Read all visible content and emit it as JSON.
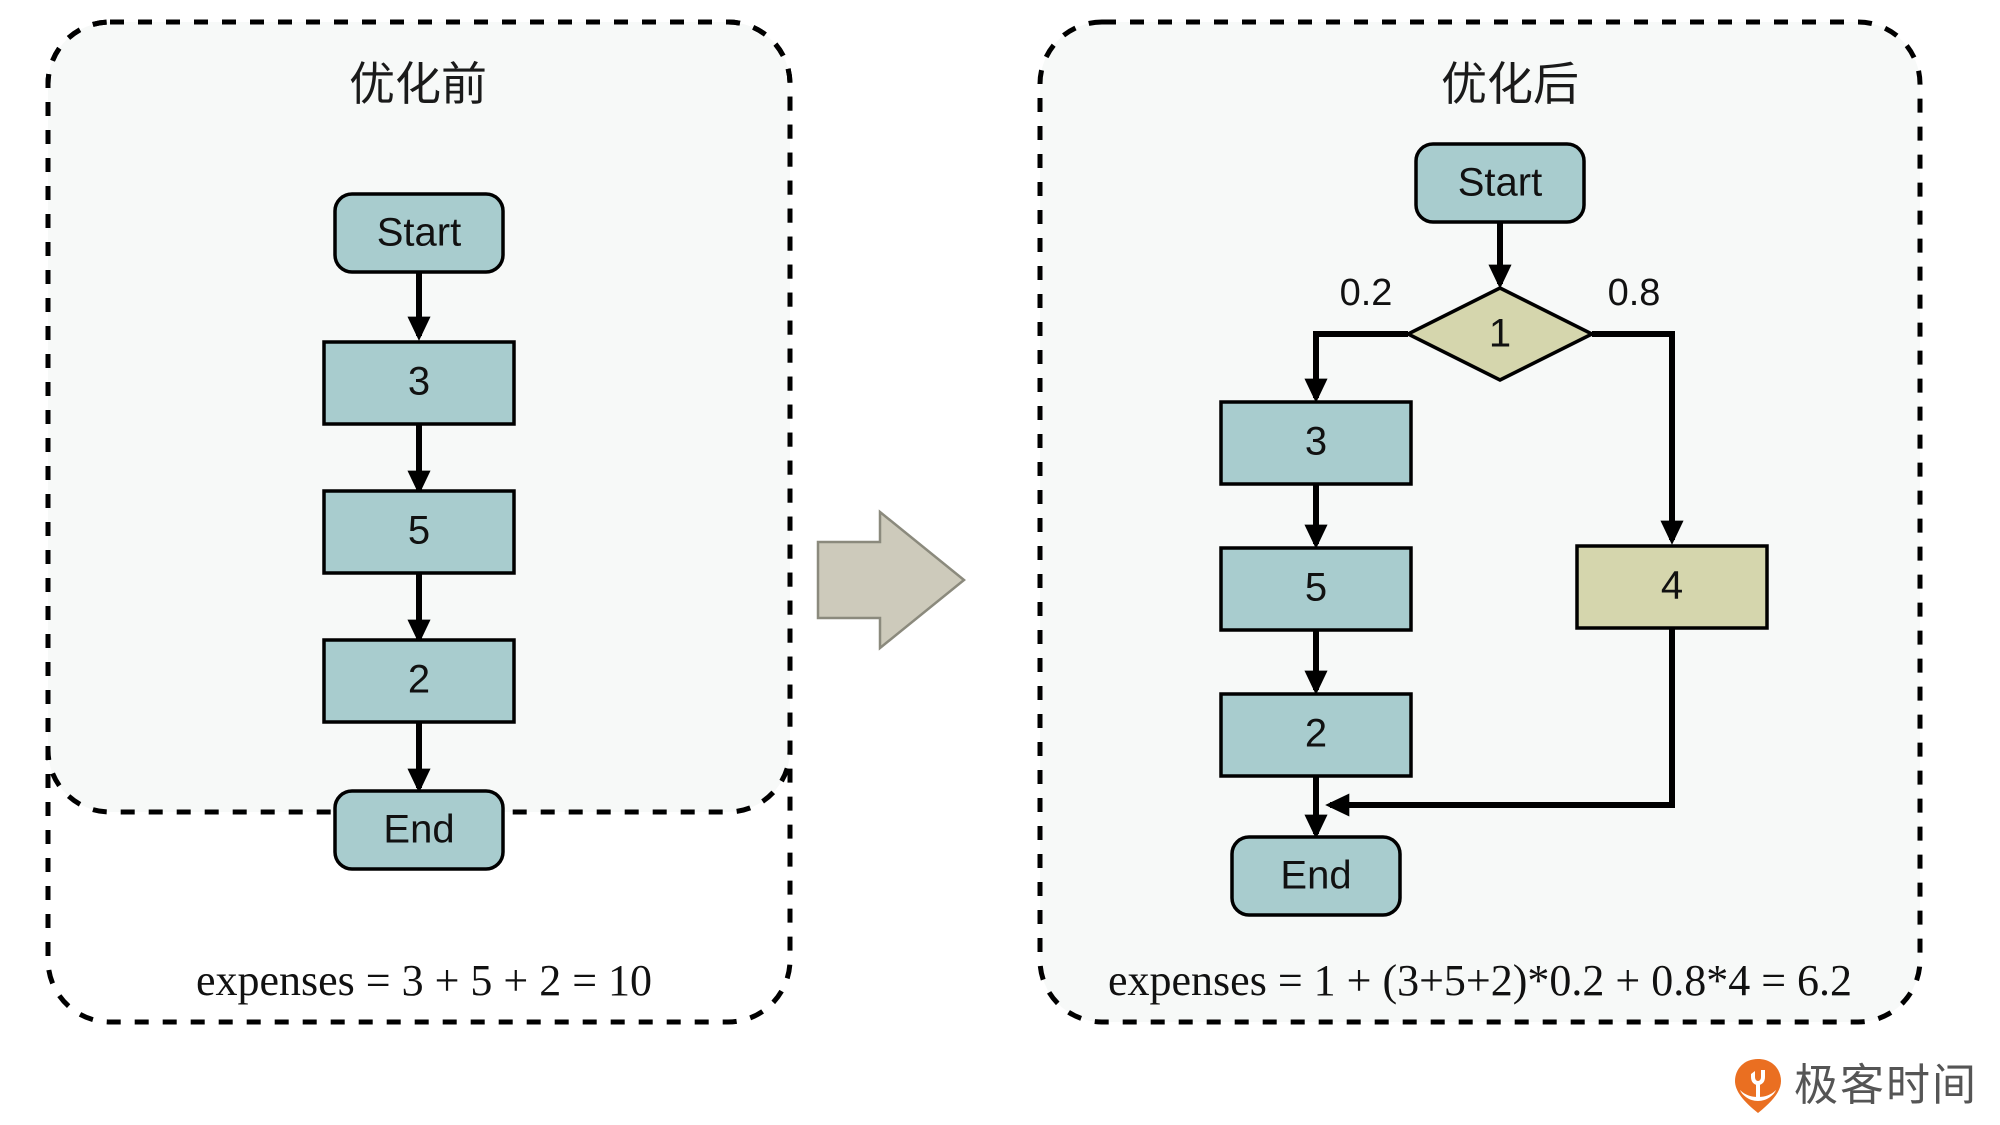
{
  "diagram": {
    "type": "flowchart-comparison",
    "panels": [
      {
        "id": "before",
        "title": "优化前",
        "nodes": [
          {
            "id": "start",
            "label": "Start",
            "shape": "rounded",
            "color": "#a8ccce"
          },
          {
            "id": "n3",
            "label": "3",
            "shape": "rect",
            "color": "#a8ccce"
          },
          {
            "id": "n5",
            "label": "5",
            "shape": "rect",
            "color": "#a8ccce"
          },
          {
            "id": "n2",
            "label": "2",
            "shape": "rect",
            "color": "#a8ccce"
          },
          {
            "id": "end",
            "label": "End",
            "shape": "rounded",
            "color": "#a8ccce"
          }
        ],
        "edges": [
          {
            "from": "start",
            "to": "n3",
            "label": ""
          },
          {
            "from": "n3",
            "to": "n5",
            "label": ""
          },
          {
            "from": "n5",
            "to": "n2",
            "label": ""
          },
          {
            "from": "n2",
            "to": "end",
            "label": ""
          }
        ],
        "formula": "expenses = 3 + 5 + 2 = 10"
      },
      {
        "id": "after",
        "title": "优化后",
        "nodes": [
          {
            "id": "start",
            "label": "Start",
            "shape": "rounded",
            "color": "#a8ccce"
          },
          {
            "id": "d1",
            "label": "1",
            "shape": "diamond",
            "color": "#d5d6ad"
          },
          {
            "id": "n3",
            "label": "3",
            "shape": "rect",
            "color": "#a8ccce"
          },
          {
            "id": "n5",
            "label": "5",
            "shape": "rect",
            "color": "#a8ccce"
          },
          {
            "id": "n2",
            "label": "2",
            "shape": "rect",
            "color": "#a8ccce"
          },
          {
            "id": "n4",
            "label": "4",
            "shape": "rect",
            "color": "#d5d6ad"
          },
          {
            "id": "end",
            "label": "End",
            "shape": "rounded",
            "color": "#a8ccce"
          }
        ],
        "edges": [
          {
            "from": "start",
            "to": "d1",
            "label": ""
          },
          {
            "from": "d1",
            "to": "n3",
            "label": "0.2"
          },
          {
            "from": "d1",
            "to": "n4",
            "label": "0.8"
          },
          {
            "from": "n3",
            "to": "n5",
            "label": ""
          },
          {
            "from": "n5",
            "to": "n2",
            "label": ""
          },
          {
            "from": "n2",
            "to": "end",
            "label": ""
          },
          {
            "from": "n4",
            "to": "end",
            "label": ""
          }
        ],
        "formula": "expenses = 1 + (3+5+2)*0.2 + 0.8*4 = 6.2"
      }
    ],
    "transition_arrow": "right-arrow",
    "colors": {
      "node_teal": "#a8ccce",
      "node_olive": "#d5d6ad",
      "panel_fill": "#f7f9f8",
      "stroke": "#000000",
      "big_arrow_fill": "#cdcabb",
      "logo_orange": "#ea6f21",
      "logo_text_gray": "#555555"
    }
  },
  "watermark": {
    "brand": "极客时间",
    "icon": "geektime-logo-icon"
  }
}
